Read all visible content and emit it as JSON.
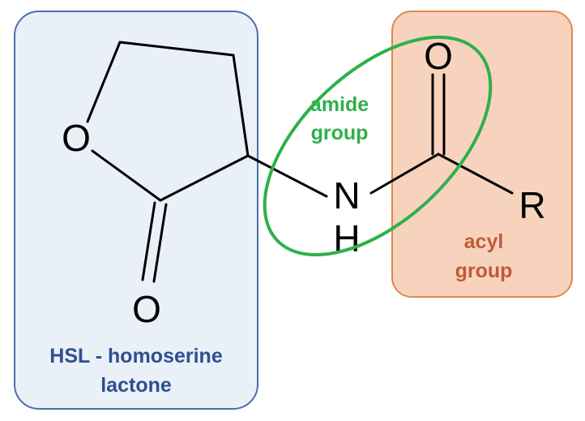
{
  "colors": {
    "hsl_fill": "#e9f0f8",
    "hsl_stroke": "#4a6fa8",
    "hsl_text": "#2f4f8f",
    "acyl_fill": "#f7d3be",
    "acyl_stroke": "#e0884e",
    "acyl_text": "#c15a36",
    "amide_stroke": "#2fb04a",
    "amide_text": "#2fb04a"
  },
  "atoms": {
    "ring_oxygen": "O",
    "carbonyl_oxygen_ring": "O",
    "carbonyl_oxygen_acyl": "O",
    "nitrogen": "N",
    "hydrogen": "H",
    "r_group": "R"
  },
  "labels": {
    "amide_line1": "amide",
    "amide_line2": "group",
    "acyl_line1": "acyl",
    "acyl_line2": "group",
    "hsl_line1": "HSL - homoserine",
    "hsl_line2": "lactone"
  }
}
